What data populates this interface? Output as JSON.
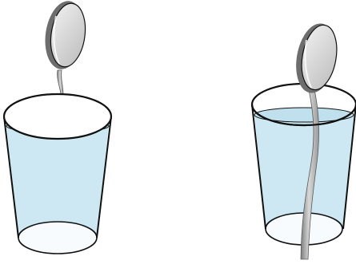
{
  "scene": {
    "background": "#ffffff",
    "colors": {
      "water": "#cde8f2",
      "outline": "#111111",
      "spoon_light": "#d4d4d4",
      "spoon_dark": "#8a8a8a",
      "spoon_rim": "#6d6d6d"
    },
    "objects": [
      {
        "kind": "glass",
        "content": "water",
        "name": "left-glass"
      },
      {
        "kind": "spoon",
        "state": "suspended-above-glass",
        "name": "left-spoon"
      },
      {
        "kind": "glass",
        "content": "water",
        "name": "right-glass"
      },
      {
        "kind": "spoon",
        "state": "immersed-in-glass",
        "name": "right-spoon"
      }
    ]
  }
}
